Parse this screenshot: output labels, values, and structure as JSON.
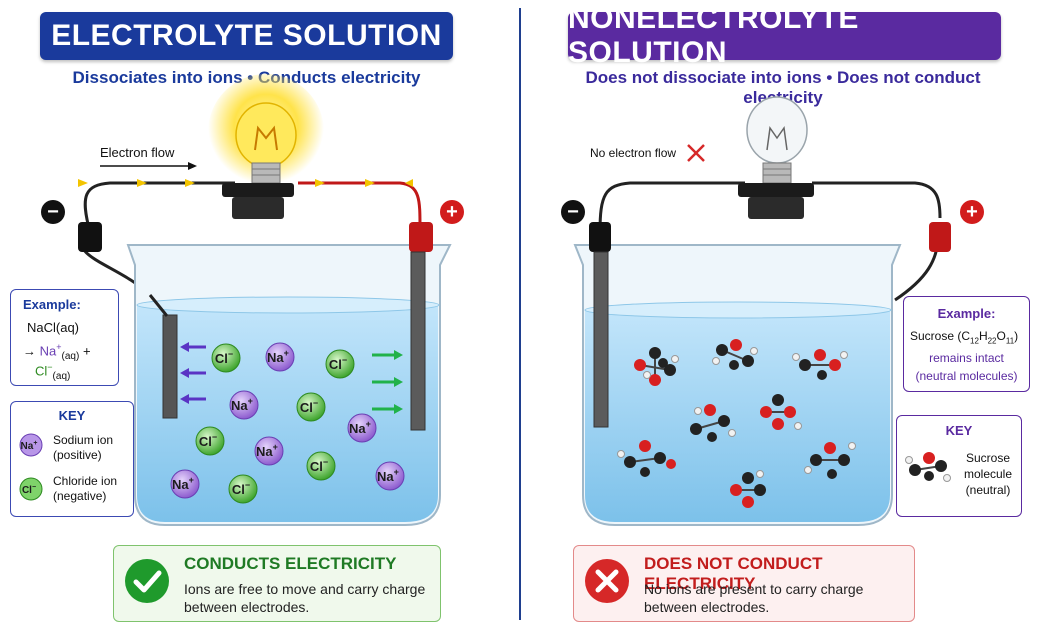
{
  "left": {
    "title": "ELECTROLYTE SOLUTION",
    "subtitle": "Dissociates into ions • Conducts electricity",
    "electron_flow_label": "Electron flow",
    "example": {
      "heading": "Example:",
      "line1": "NaCl(aq)",
      "arrow": "→",
      "na": "Na",
      "na_sup": "+",
      "na_sub": "(aq)",
      "plus": "+",
      "cl": "Cl",
      "cl_sup": "−",
      "cl_sub": "(aq)"
    },
    "key": {
      "heading": "KEY",
      "sodium_line1": "Sodium ion",
      "sodium_line2": "(positive)",
      "chloride_line1": "Chloride ion",
      "chloride_line2": "(negative)"
    },
    "ion_labels": {
      "na": "Na",
      "na_sup": "+",
      "cl": "Cl",
      "cl_sup": "−"
    },
    "result": {
      "heading": "CONDUCTS ELECTRICITY",
      "body": "Ions are free to move and carry charge between electrodes."
    }
  },
  "right": {
    "title": "NONELECTROLYTE SOLUTION",
    "subtitle": "Does not dissociate into ions • Does not conduct electricity",
    "no_flow_label": "No electron flow",
    "example": {
      "heading": "Example:",
      "formula_pre": "Sucrose (C",
      "s1": "12",
      "h": "H",
      "s2": "22",
      "o": "O",
      "s3": "11",
      "close": ")",
      "line2": "remains intact",
      "line3": "(neutral molecules)"
    },
    "key": {
      "heading": "KEY",
      "line1": "Sucrose",
      "line2": "molecule",
      "line3": "(neutral)"
    },
    "result": {
      "heading": "DOES NOT CONDUCT ELECTRICITY",
      "body": "No ions are present to carry charge between electrodes."
    }
  },
  "terminals": {
    "negative": "−",
    "positive": "+"
  },
  "colors": {
    "left_banner": "#1a3a9c",
    "right_banner": "#5a2aa0",
    "na_ion": "#9b6fd6",
    "cl_ion": "#5cc04a",
    "water": "#a9d6f2",
    "success": "#1f9a2c",
    "fail": "#d62828"
  },
  "icons": {
    "check": "check-icon",
    "cross": "cross-icon",
    "bulb_on": "lit-bulb-icon",
    "bulb_off": "unlit-bulb-icon"
  }
}
